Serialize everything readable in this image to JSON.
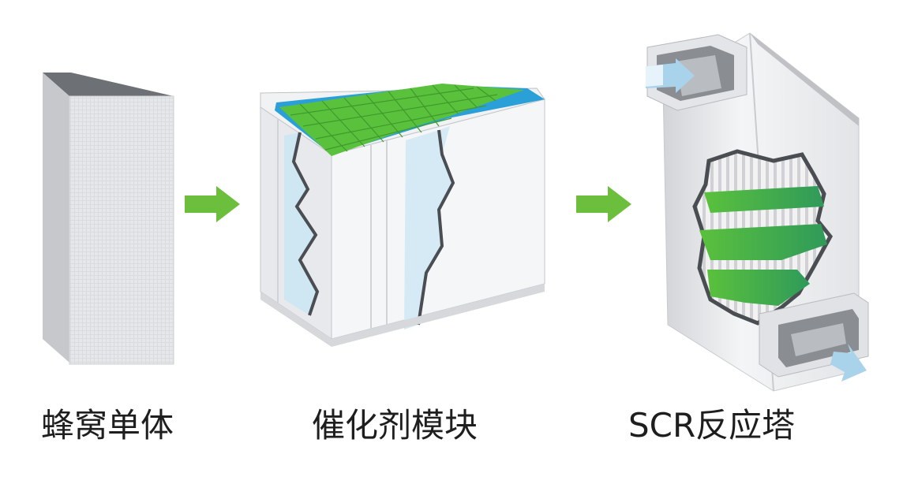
{
  "steps": [
    {
      "label": "蜂窝单体",
      "icon": "honeycomb-unit"
    },
    {
      "label": "催化剂模块",
      "icon": "catalyst-module"
    },
    {
      "label": "SCR反应塔",
      "icon": "scr-reactor-tower"
    }
  ],
  "arrows": [
    {
      "icon": "right-arrow-icon"
    },
    {
      "icon": "right-arrow-icon"
    }
  ],
  "colors": {
    "arrow": "#6cbf3c",
    "catalyst_green": "#5ac13c",
    "catalyst_green_dark": "#2f9a5a",
    "frame_gray": "#d8d9dc",
    "shade_gray": "#8a8d92",
    "water_blue": "#a9d3ea",
    "text": "#1e1e1e"
  }
}
